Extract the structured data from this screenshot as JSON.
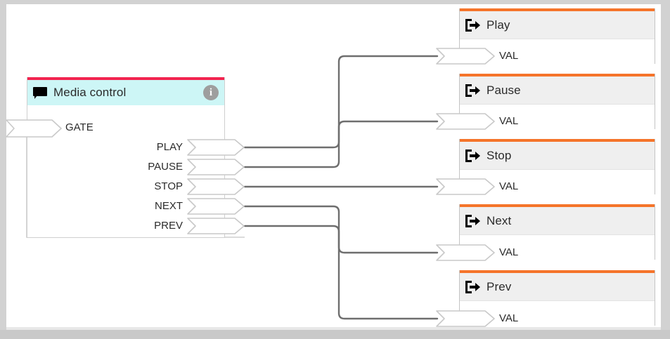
{
  "editor": {
    "name": "visual-flow-editor",
    "canvas_background": "#ffffff",
    "frame_color": "#d2d2d2"
  },
  "colors": {
    "media_accent": "#f2244f",
    "media_header_bg": "#cdf6f6",
    "output_accent": "#f5742a",
    "output_header_bg": "#efefef",
    "wire": "#6e6e6e",
    "port_outline": "#c9c9c9",
    "info_icon_bg": "#9e9e9e"
  },
  "media_node": {
    "title": "Media control",
    "icon": "speech-bubble-icon",
    "info_icon": "info-icon",
    "info_glyph": "i",
    "inputs": [
      {
        "label": "GATE"
      }
    ],
    "outputs": [
      {
        "label": "PLAY"
      },
      {
        "label": "PAUSE"
      },
      {
        "label": "STOP"
      },
      {
        "label": "NEXT"
      },
      {
        "label": "PREV"
      }
    ]
  },
  "output_nodes": [
    {
      "title": "Play",
      "icon": "export-arrow-icon",
      "port_label": "VAL"
    },
    {
      "title": "Pause",
      "icon": "export-arrow-icon",
      "port_label": "VAL"
    },
    {
      "title": "Stop",
      "icon": "export-arrow-icon",
      "port_label": "VAL"
    },
    {
      "title": "Next",
      "icon": "export-arrow-icon",
      "port_label": "VAL"
    },
    {
      "title": "Prev",
      "icon": "export-arrow-icon",
      "port_label": "VAL"
    }
  ],
  "connections": [
    {
      "from": "PLAY",
      "to": "Play"
    },
    {
      "from": "PAUSE",
      "to": "Pause"
    },
    {
      "from": "STOP",
      "to": "Stop"
    },
    {
      "from": "NEXT",
      "to": "Next"
    },
    {
      "from": "PREV",
      "to": "Prev"
    }
  ]
}
